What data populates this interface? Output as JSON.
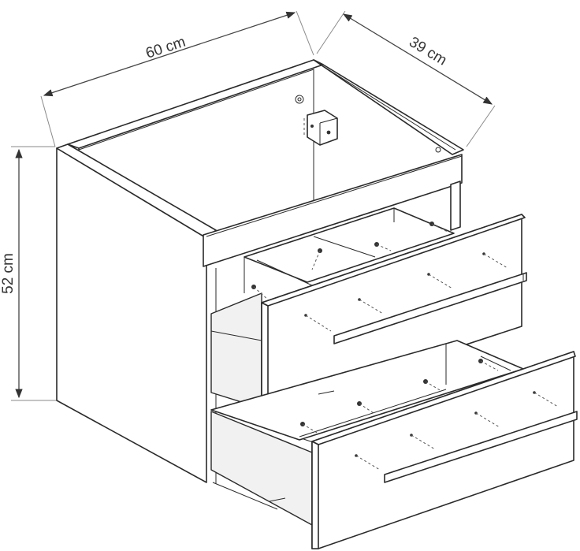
{
  "dimensions": {
    "width_label": "60 cm",
    "depth_label": "39 cm",
    "height_label": "52 cm"
  },
  "colors": {
    "stroke": "#2a2a2a",
    "background": "#ffffff",
    "label": "#333333"
  }
}
